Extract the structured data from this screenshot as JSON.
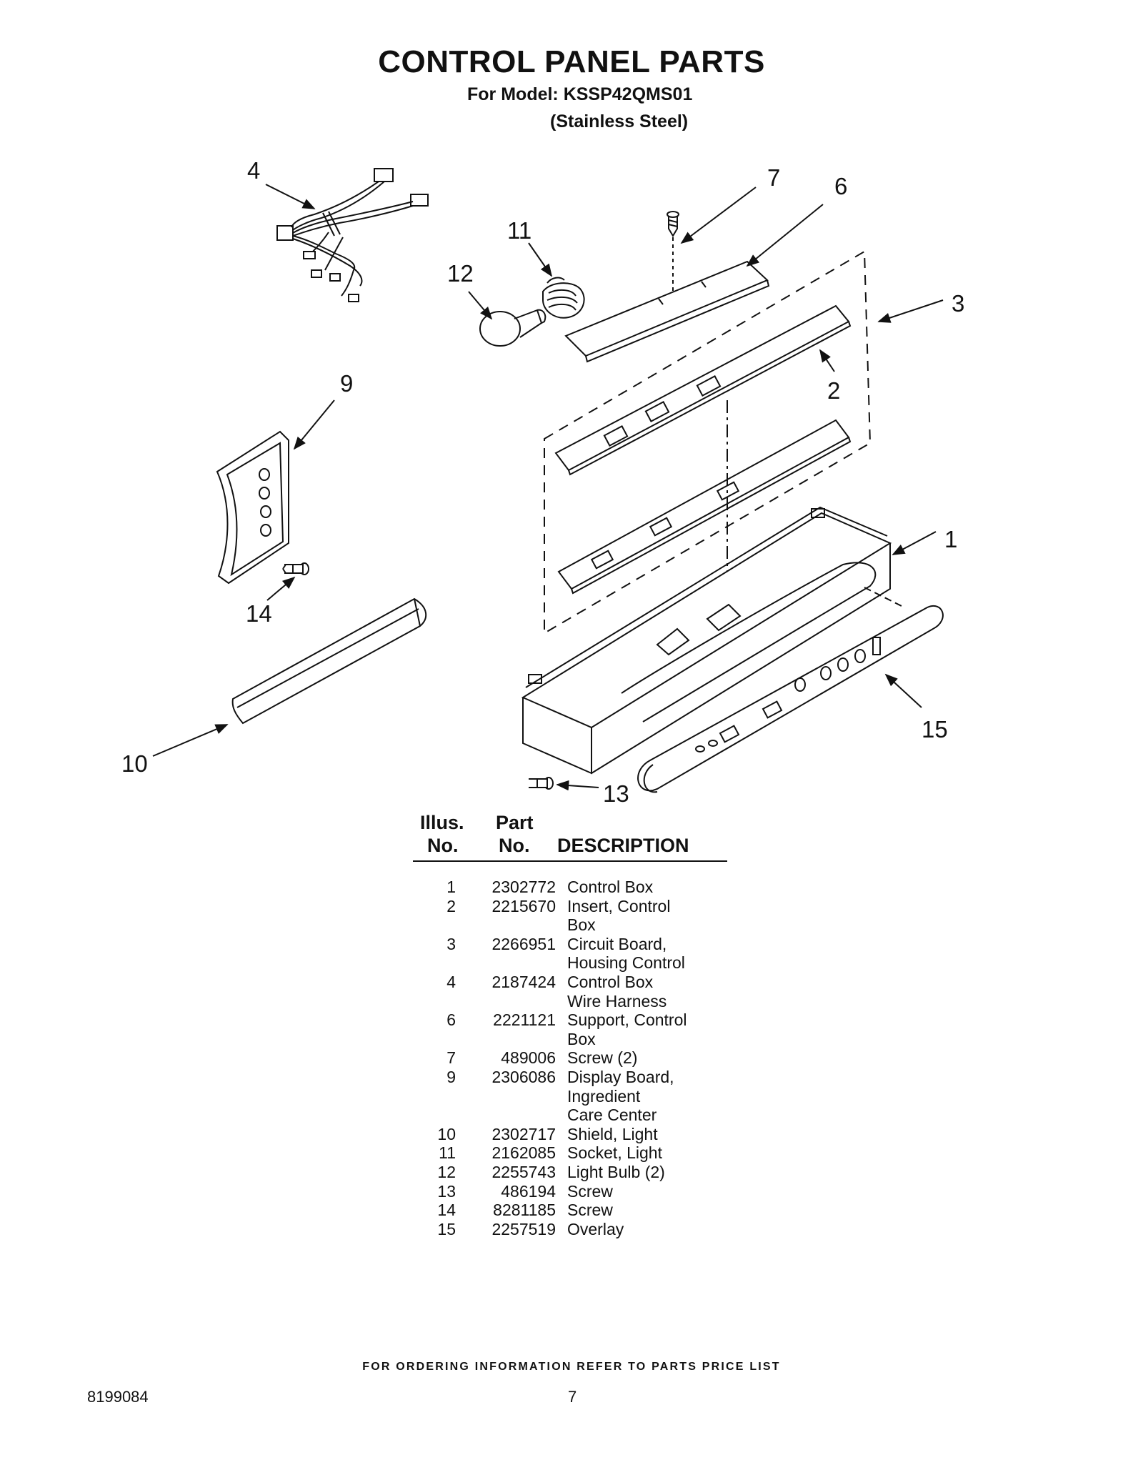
{
  "title": "CONTROL PANEL PARTS",
  "model_line": "For Model: KSSP42QMS01",
  "finish_line": "(Stainless Steel)",
  "callouts": [
    "1",
    "2",
    "3",
    "4",
    "6",
    "7",
    "9",
    "10",
    "11",
    "12",
    "13",
    "14",
    "15"
  ],
  "table": {
    "headers": {
      "illus_top": "Illus.",
      "illus_bottom": "No.",
      "part_top": "Part",
      "part_bottom": "No.",
      "description": "DESCRIPTION"
    },
    "rows": [
      {
        "no": "1",
        "part": "2302772",
        "desc": [
          "Control Box"
        ]
      },
      {
        "no": "2",
        "part": "2215670",
        "desc": [
          "Insert, Control",
          "Box"
        ]
      },
      {
        "no": "3",
        "part": "2266951",
        "desc": [
          "Circuit Board,",
          "Housing Control"
        ]
      },
      {
        "no": "4",
        "part": "2187424",
        "desc": [
          "Control Box",
          "Wire Harness"
        ]
      },
      {
        "no": "6",
        "part": "2221121",
        "desc": [
          "Support, Control",
          "Box"
        ]
      },
      {
        "no": "7",
        "part": "489006",
        "desc": [
          "Screw (2)"
        ]
      },
      {
        "no": "9",
        "part": "2306086",
        "desc": [
          "Display Board,",
          "Ingredient",
          "Care Center"
        ]
      },
      {
        "no": "10",
        "part": "2302717",
        "desc": [
          "Shield, Light"
        ]
      },
      {
        "no": "11",
        "part": "2162085",
        "desc": [
          "Socket, Light"
        ]
      },
      {
        "no": "12",
        "part": "2255743",
        "desc": [
          "Light Bulb (2)"
        ]
      },
      {
        "no": "13",
        "part": "486194",
        "desc": [
          "Screw"
        ]
      },
      {
        "no": "14",
        "part": "8281185",
        "desc": [
          "Screw"
        ]
      },
      {
        "no": "15",
        "part": "2257519",
        "desc": [
          "Overlay"
        ]
      }
    ]
  },
  "footer": "FOR ORDERING INFORMATION REFER TO PARTS PRICE LIST",
  "doc_number": "8199084",
  "page_number": "7"
}
